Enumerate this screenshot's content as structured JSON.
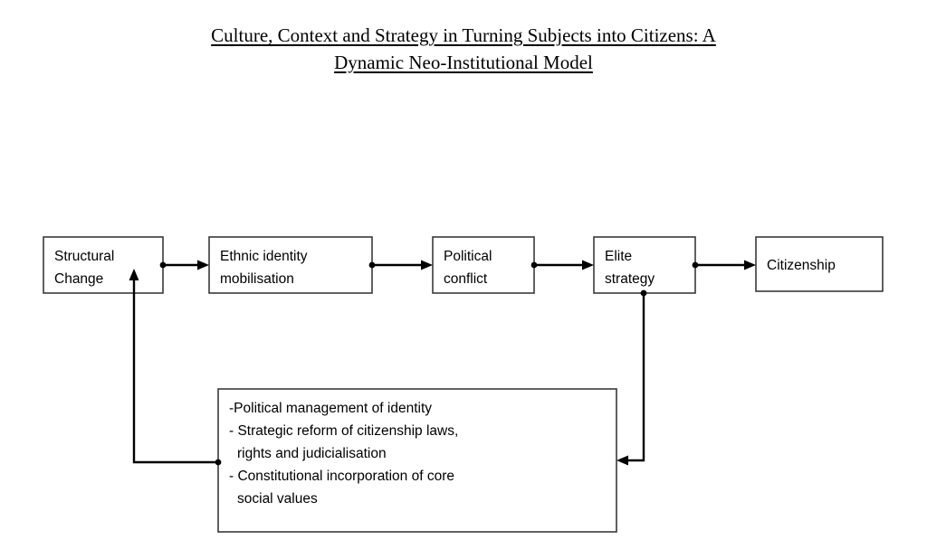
{
  "figure": {
    "title_lines": [
      "Culture, Context and Strategy in Turning Subjects into Citizens: A",
      "Dynamic Neo-Institutional Model"
    ],
    "title_full": "Culture, Context and Strategy in Turning Subjects into Citizens: A Dynamic Neo-Institutional Model"
  },
  "colors": {
    "background": "#ffffff",
    "box_border": "#3a3a3a",
    "arrow": "#000000",
    "text": "#000000"
  },
  "chart_data": {
    "type": "diagram",
    "title": "Culture, Context and Strategy in Turning Subjects into Citizens: A Dynamic Neo-Institutional Model",
    "nodes": [
      {
        "id": "structural-change",
        "label_lines": [
          "Structural",
          "Change"
        ],
        "label": "Structural Change"
      },
      {
        "id": "ethnic-identity-mobilisation",
        "label_lines": [
          "Ethnic identity",
          "mobilisation"
        ],
        "label": "Ethnic identity mobilisation"
      },
      {
        "id": "political-conflict",
        "label_lines": [
          "Political",
          "conflict"
        ],
        "label": "Political conflict"
      },
      {
        "id": "elite-strategy",
        "label_lines": [
          "Elite",
          "strategy"
        ],
        "label": "Elite strategy"
      },
      {
        "id": "citizenship",
        "label_lines": [
          "Citizenship"
        ],
        "label": "Citizenship"
      },
      {
        "id": "mechanisms",
        "label": "Political management of identity; Strategic reform of citizenship laws, rights and judicialisation; Constitutional incorporation of core social values",
        "label_lines": [
          "-Political management of identity",
          "- Strategic reform of citizenship laws,",
          "  rights and judicialisation",
          "- Constitutional incorporation of core",
          "  social values"
        ]
      }
    ],
    "edges": [
      {
        "from": "structural-change",
        "to": "ethnic-identity-mobilisation",
        "style": "arrow-right"
      },
      {
        "from": "ethnic-identity-mobilisation",
        "to": "political-conflict",
        "style": "arrow-right"
      },
      {
        "from": "political-conflict",
        "to": "elite-strategy",
        "style": "arrow-right"
      },
      {
        "from": "elite-strategy",
        "to": "citizenship",
        "style": "arrow-right"
      },
      {
        "from": "elite-strategy",
        "to": "mechanisms",
        "style": "elbow-down-left"
      },
      {
        "from": "mechanisms",
        "to": "structural-change",
        "style": "elbow-left-up"
      }
    ]
  },
  "labels": {
    "node0_l0": "Structural",
    "node0_l1": "Change",
    "node1_l0": "Ethnic identity",
    "node1_l1": "mobilisation",
    "node2_l0": "Political",
    "node2_l1": "conflict",
    "node3_l0": "Elite",
    "node3_l1": "strategy",
    "node4_l0": "Citizenship",
    "list_l0": "-Political management of identity",
    "list_l1": "- Strategic reform of citizenship laws,",
    "list_l2": "rights and judicialisation",
    "list_l3": "- Constitutional incorporation of core",
    "list_l4": "social values"
  }
}
